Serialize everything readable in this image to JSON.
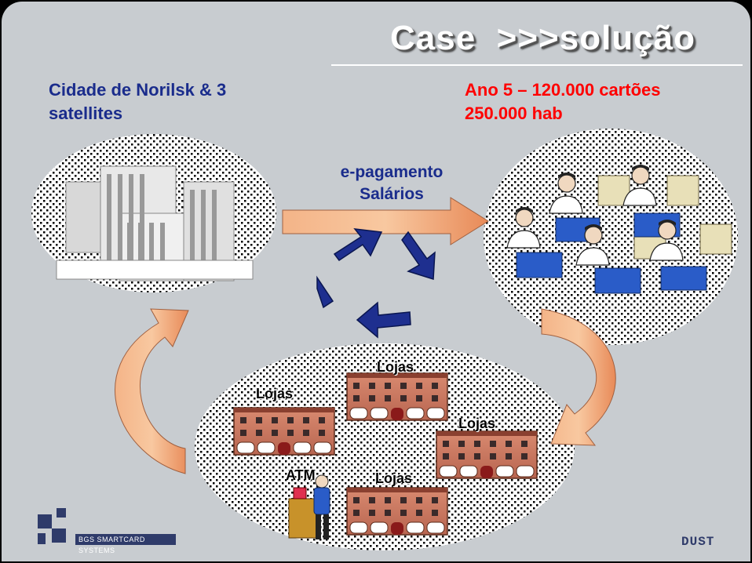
{
  "slide": {
    "title": "Case  >>>solução",
    "city_line1": "Cidade de Norilsk & 3",
    "city_line2": "satellites",
    "stats_line1": "Ano 5 – 120.000 cartões",
    "stats_line2": "250.000 hab",
    "flow_line1": "e-pagamento",
    "flow_line2": "Salários",
    "store_label_1": "Lojas",
    "store_label_2": "Lojas",
    "store_label_3": "Lojas",
    "store_label_4": "Lojas",
    "atm_label": "ATM"
  },
  "footer": {
    "company": "BGS SMARTCARD SYSTEMS",
    "brand": "DUST"
  },
  "colors": {
    "background": "#c8ccd0",
    "title_text": "#ffffff",
    "blue_text": "#1a2c8c",
    "red_text": "#ff0000",
    "arrow_fill": "#f0a070",
    "recycle_blue": "#1e2f8f"
  }
}
